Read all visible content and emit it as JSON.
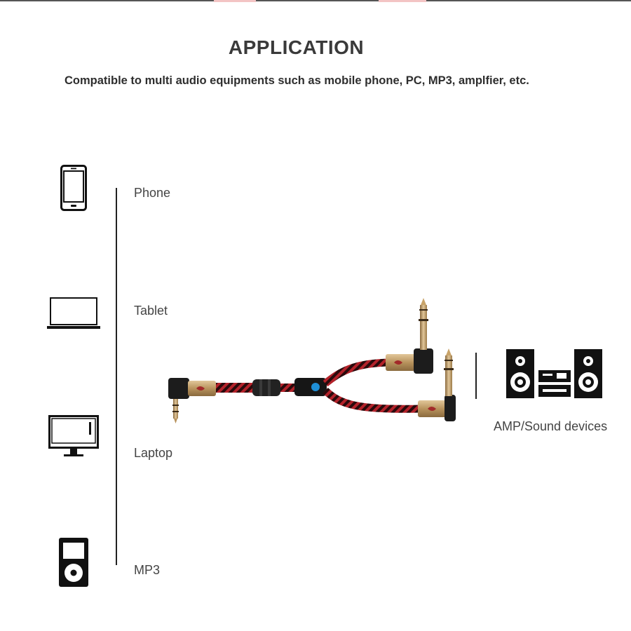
{
  "header": {
    "title": "APPLICATION",
    "subtitle": "Compatible to multi audio equipments such as mobile phone, PC, MP3, amplfier, etc."
  },
  "devices": [
    {
      "label": "Phone",
      "icon": "phone-icon"
    },
    {
      "label": "Tablet",
      "icon": "laptop-icon"
    },
    {
      "label": "Laptop",
      "icon": "monitor-icon"
    },
    {
      "label": "MP3",
      "icon": "mp3-player-icon"
    }
  ],
  "output": {
    "label": "AMP/Sound devices",
    "icon": "stereo-system-icon"
  },
  "product": {
    "icon": "y-splitter-cable-image"
  },
  "colors": {
    "text": "#444444",
    "title": "#3a3a3a",
    "cable_red": "#b3222a",
    "connector_gold": "#c9a46a",
    "icon_black": "#111111"
  }
}
